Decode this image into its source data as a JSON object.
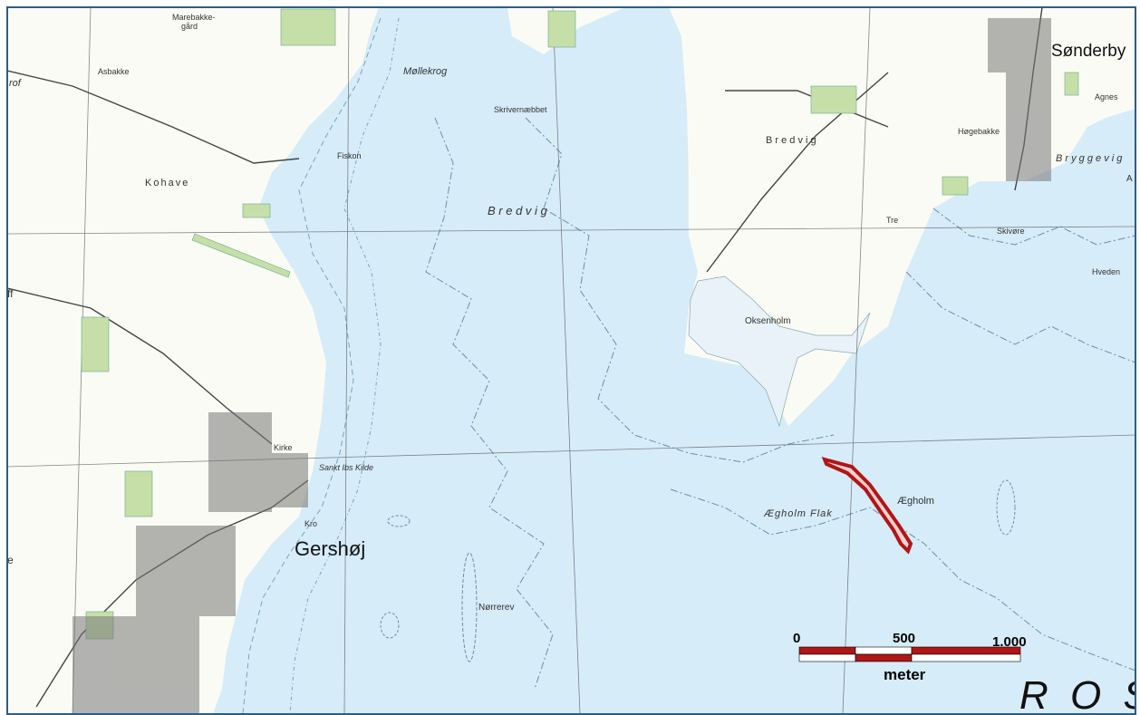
{
  "map": {
    "places": {
      "marebakke": "Marebakke-",
      "gaard": "gård",
      "asbakke": "Asbakke",
      "kohave": "Kohave",
      "mollekrog": "Møllekrog",
      "skrivernaebbet": "Skrivernæbbet",
      "fiskon": "Fiskon",
      "bredvig_water": "B r e d v i g",
      "bredvig_land": "B r e d v i g",
      "hogebakke": "Høgebakke",
      "agnes": "Agnes",
      "bryggevig": "B r y g g e v i g",
      "tre": "Tre",
      "skivore": "Skivøre",
      "hveden": "Hveden",
      "oksenholm": "Oksenholm",
      "kirke": "Kirke",
      "sankt_ibs_kilde": "Sankt Ibs Kilde",
      "kro": "Kro",
      "gersh": "Gershøj",
      "aegholm": "Ægholm",
      "aegholm_flak": "Ægholm Flak",
      "norrerev": "Nørrerev",
      "sonderby": "Sønderby",
      "ros": "R O S",
      "ref": "rof",
      "a": "A",
      "e": "e",
      "f": "ff"
    },
    "scale": {
      "zero": "0",
      "mid": "500",
      "max": "1.000",
      "unit": "meter"
    },
    "colors": {
      "water": "#d6ecf8",
      "land": "#fbfbf5",
      "field_green": "#c6dfa8",
      "highlight": "#b01616",
      "frame": "#2c5c8a"
    }
  }
}
